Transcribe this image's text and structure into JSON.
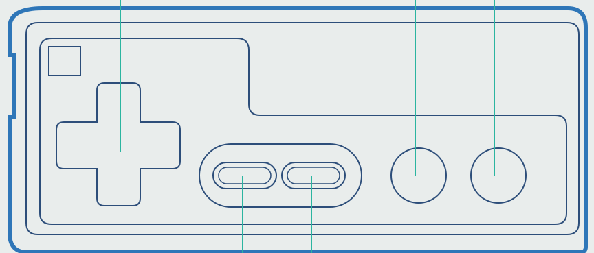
{
  "colors": {
    "paper": "#e9edec",
    "outer_border": "#2e76b8",
    "line_art": "#2d4e7a",
    "callout_line": "#2bb5a0"
  },
  "components": [
    {
      "id": "select-button",
      "icon": "square-outline"
    },
    {
      "id": "d-pad",
      "icon": "plus-cross-outline"
    },
    {
      "id": "pill-button-left",
      "icon": "pill-outline"
    },
    {
      "id": "pill-button-right",
      "icon": "pill-outline"
    },
    {
      "id": "round-button-left",
      "icon": "circle-outline"
    },
    {
      "id": "round-button-right",
      "icon": "circle-outline"
    }
  ],
  "callouts": {
    "top": [
      "d-pad",
      "round-button-left",
      "round-button-right"
    ],
    "bottom": [
      "pill-button-left",
      "pill-button-right"
    ]
  }
}
